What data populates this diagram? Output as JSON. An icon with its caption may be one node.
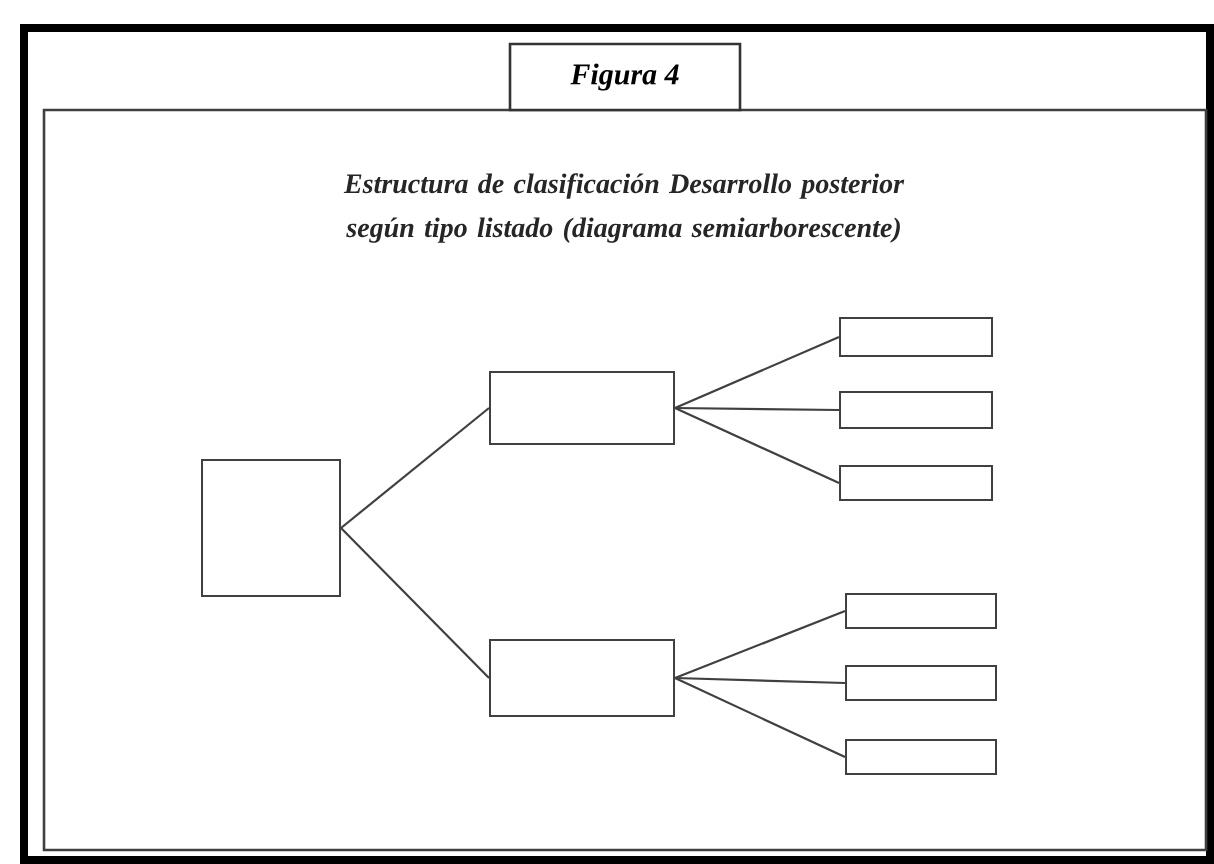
{
  "diagram": {
    "title": "Estructura de clasificación Desarrollo posterior según tipo listado (diagrama semiarborescente)",
    "nodes": [
      {
        "text": [
          "Figura 4"
        ]
      },
      {
        "text": [],
        "shape": "box"
      },
      {
        "text": [],
        "shape": "box"
      },
      {
        "text": [],
        "shape": "box"
      },
      {
        "text": [],
        "shape": "box"
      },
      {
        "text": [],
        "shape": "box"
      },
      {
        "text": [],
        "shape": "box"
      },
      {
        "text": [],
        "shape": "box"
      },
      {
        "text": [],
        "shape": "box"
      },
      {
        "text": [],
        "shape": "box"
      }
    ],
    "edges": [
      {
        "from": 1,
        "to": 2,
        "arrow": "none"
      },
      {
        "from": 1,
        "to": 3,
        "arrow": "none"
      },
      {
        "from": 2,
        "to": 4,
        "arrow": "none"
      },
      {
        "from": 2,
        "to": 5,
        "arrow": "none"
      },
      {
        "from": 2,
        "to": 6,
        "arrow": "none"
      },
      {
        "from": 3,
        "to": 7,
        "arrow": "none"
      },
      {
        "from": 3,
        "to": 8,
        "arrow": "none"
      },
      {
        "from": 3,
        "to": 9,
        "arrow": "none"
      }
    ]
  }
}
